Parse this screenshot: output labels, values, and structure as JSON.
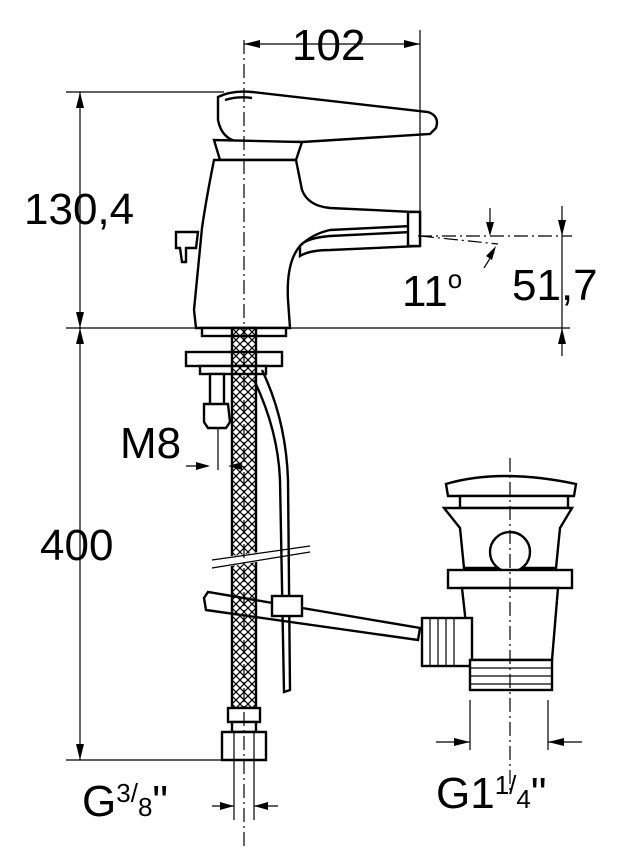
{
  "dimensions": {
    "width_top": "102",
    "height_spout": "130,4",
    "spout_offset": "51,7",
    "angle": "11",
    "angle_unit": "o",
    "thread_m": "M8",
    "hose_length": "400",
    "connector_g_prefix": "G",
    "connector_g_num": "3",
    "connector_g_slash": "/",
    "connector_g_den": "8",
    "connector_g_suffix": "\"",
    "waste_g_prefix": "G1",
    "waste_g_num": "1",
    "waste_g_slash": "/",
    "waste_g_den": "4",
    "waste_g_suffix": "\""
  }
}
